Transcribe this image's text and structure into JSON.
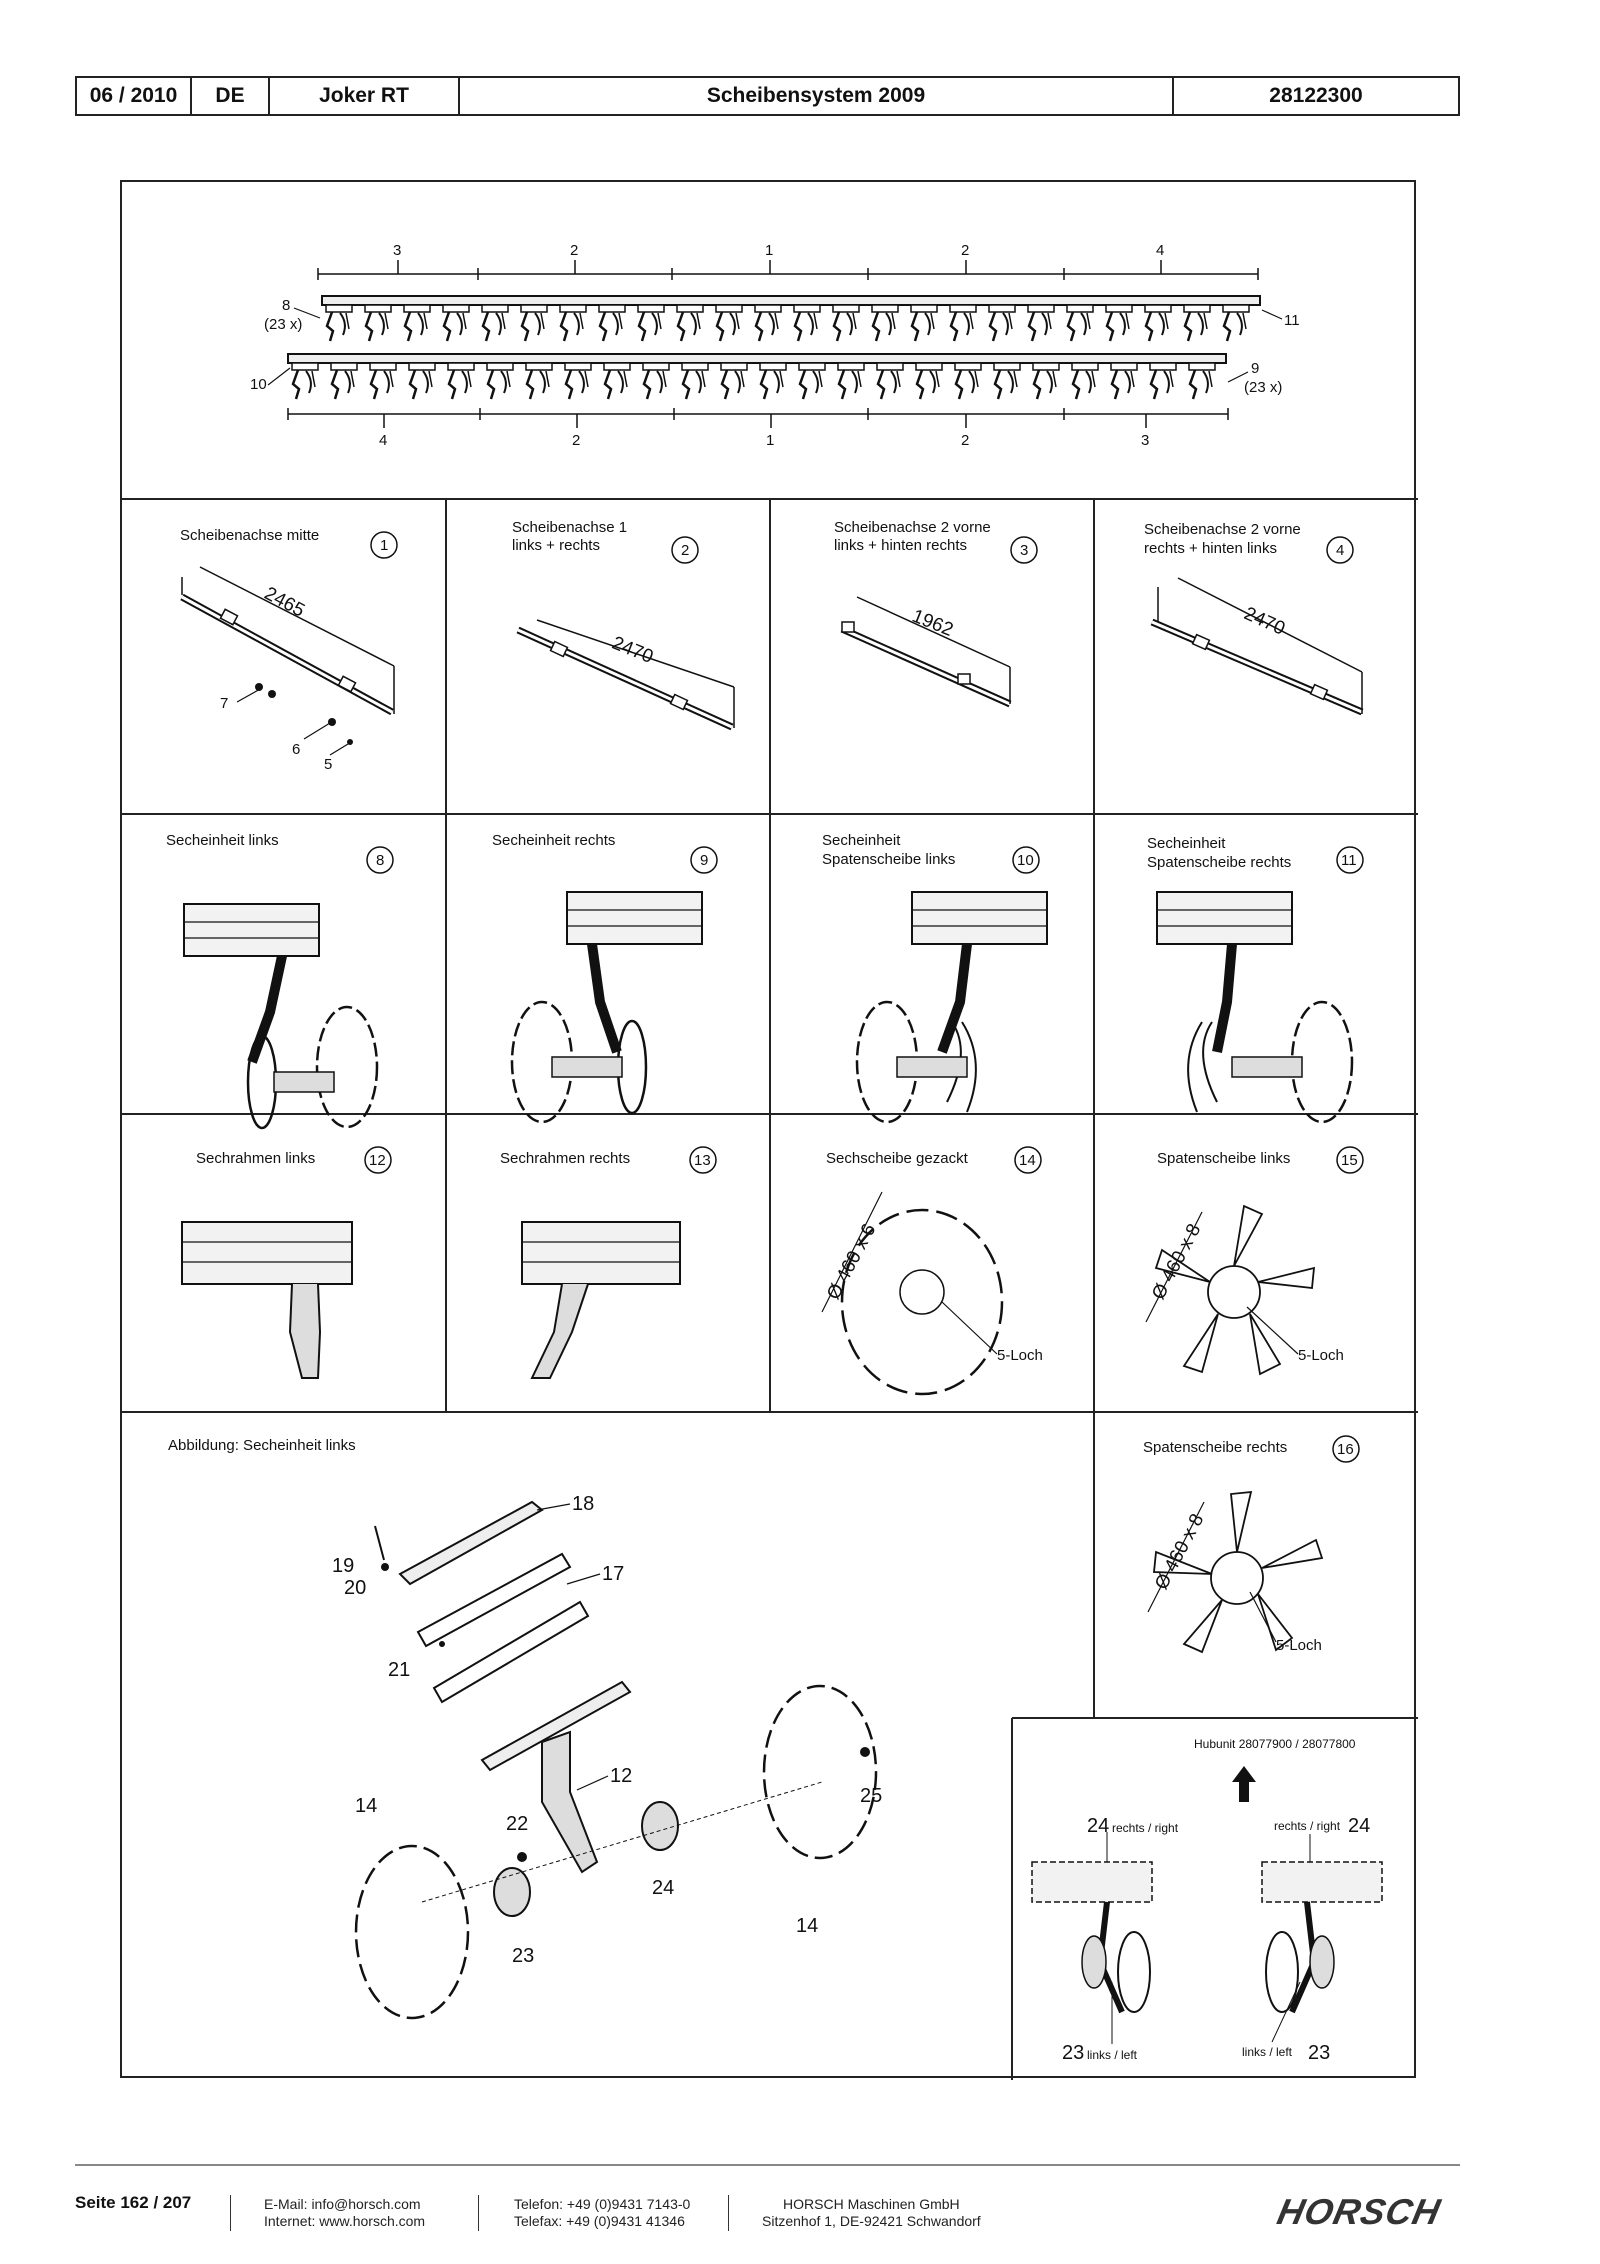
{
  "header": {
    "date": "06 / 2010",
    "lang": "DE",
    "model": "Joker RT",
    "title": "Scheibensystem 2009",
    "number": "28122300"
  },
  "overview": {
    "top_groups": [
      "3",
      "2",
      "1",
      "2",
      "4"
    ],
    "bottom_groups": [
      "4",
      "2",
      "1",
      "2",
      "3"
    ],
    "callout_8": "8",
    "callout_8_qty": "(23 x)",
    "callout_9": "9",
    "callout_9_qty": "(23 x)",
    "callout_10": "10",
    "callout_11": "11"
  },
  "panels": {
    "p1": {
      "title": "Scheibenachse mitte",
      "num": "1",
      "dim": "2465",
      "parts": [
        "7",
        "6",
        "5"
      ]
    },
    "p2": {
      "title_l1": "Scheibenachse 1",
      "title_l2": "links + rechts",
      "num": "2",
      "dim": "2470"
    },
    "p3": {
      "title_l1": "Scheibenachse 2 vorne",
      "title_l2": "links + hinten rechts",
      "num": "3",
      "dim": "1962"
    },
    "p4": {
      "title_l1": "Scheibenachse 2 vorne",
      "title_l2": "rechts + hinten links",
      "num": "4",
      "dim": "2470"
    },
    "p8": {
      "title": "Secheinheit links",
      "num": "8"
    },
    "p9": {
      "title": "Secheinheit rechts",
      "num": "9"
    },
    "p10": {
      "title_l1": "Secheinheit",
      "title_l2": "Spatenscheibe links",
      "num": "10"
    },
    "p11": {
      "title_l1": "Secheinheit",
      "title_l2": "Spatenscheibe rechts",
      "num": "11"
    },
    "p12": {
      "title": "Sechrahmen links",
      "num": "12"
    },
    "p13": {
      "title": "Sechrahmen rechts",
      "num": "13"
    },
    "p14": {
      "title": "Sechscheibe gezackt",
      "num": "14",
      "dim": "Ø 460 x 6",
      "hole": "5-Loch"
    },
    "p15": {
      "title": "Spatenscheibe links",
      "num": "15",
      "dim": "Ø 460 x 8",
      "hole": "5-Loch"
    },
    "p16": {
      "title": "Spatenscheibe rechts",
      "num": "16",
      "dim": "Ø 460 x 8",
      "hole": "5-Loch"
    }
  },
  "exploded": {
    "title": "Abbildung: Secheinheit links",
    "parts": [
      "18",
      "19",
      "20",
      "17",
      "21",
      "12",
      "14",
      "22",
      "25",
      "24",
      "23",
      "14"
    ]
  },
  "hubunit": {
    "title": "Hubunit 28077900 / 28077800",
    "n24a": "24",
    "l24a": "rechts / right",
    "n24b": "24",
    "l24b": "rechts / right",
    "n23a": "23",
    "l23a": "links / left",
    "n23b": "23",
    "l23b": "links / left"
  },
  "footer": {
    "page": "Seite 162 / 207",
    "email": "E-Mail: info@horsch.com",
    "internet": "Internet: www.horsch.com",
    "phone": "Telefon: +49 (0)9431 7143-0",
    "fax": "Telefax: +49 (0)9431 41346",
    "company": "HORSCH Maschinen GmbH",
    "address": "Sitzenhof 1, DE-92421 Schwandorf",
    "logo": "HORSCH"
  }
}
